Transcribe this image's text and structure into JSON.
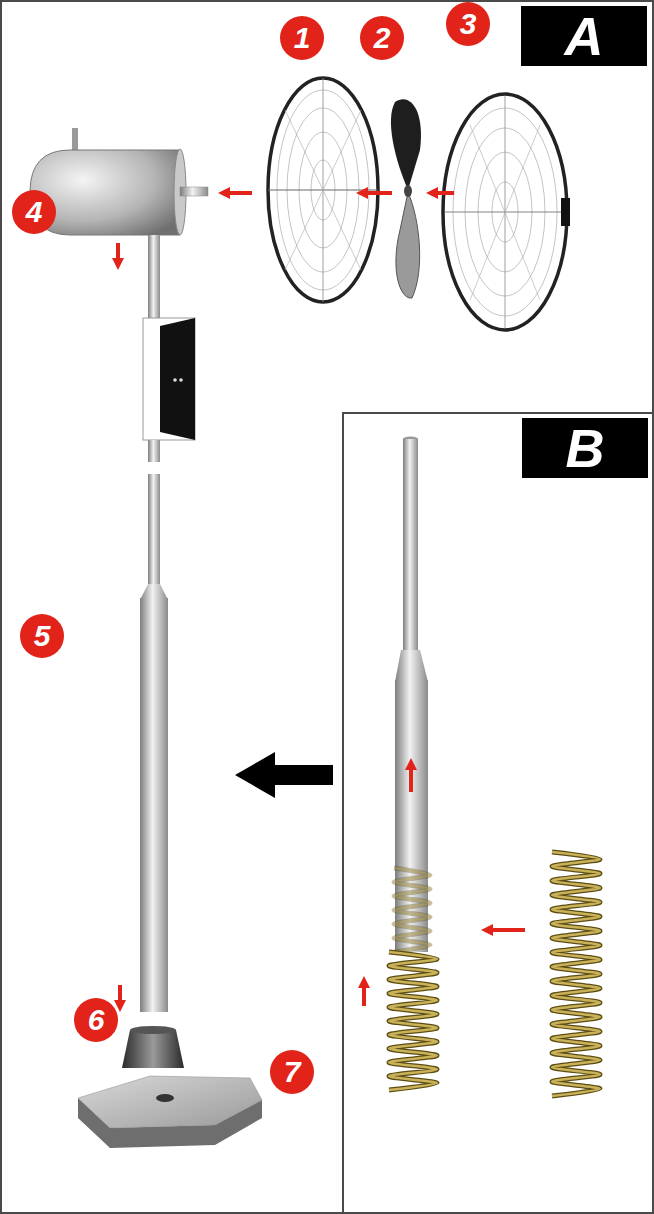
{
  "diagram": {
    "nodes": [
      {
        "text": [
          "A"
        ]
      },
      {
        "text": [
          "B"
        ],
        "in": 0
      }
    ],
    "labels": [
      "1",
      "2",
      "3",
      "4",
      "5",
      "6",
      "7"
    ]
  }
}
